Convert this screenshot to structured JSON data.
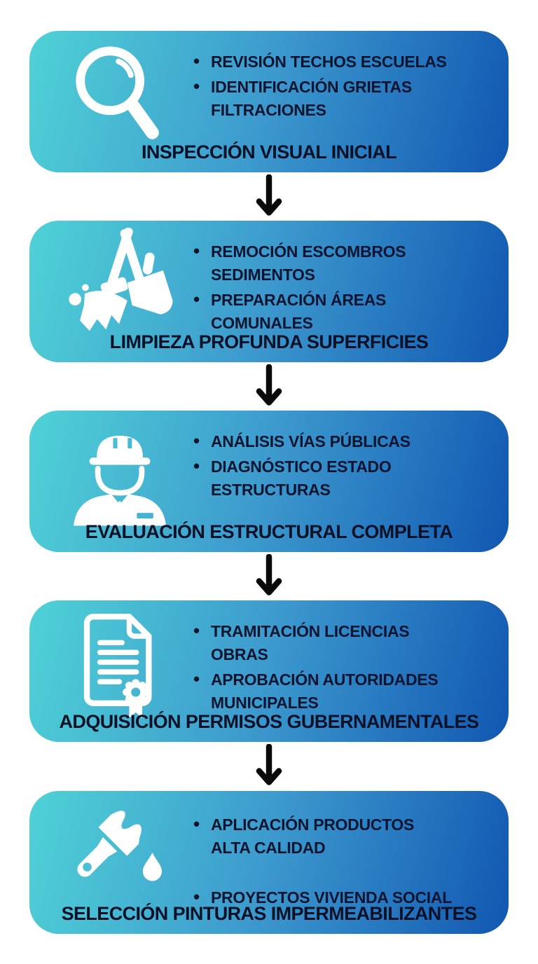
{
  "colors": {
    "gradient_start": "#4FD2D6",
    "gradient_mid": "#3D9BCE",
    "gradient_end": "#1157B2",
    "text_dark": "#0E1530",
    "arrow_black": "#0A0A0A",
    "icon_white": "#FFFFFF"
  },
  "steps": [
    {
      "icon": "magnifier-icon",
      "bullets": [
        "REVISIÓN TECHOS ESCUELAS",
        "IDENTIFICACIÓN GRIETAS\nFILTRACIONES"
      ],
      "title": "INSPECCIÓN VISUAL INICIAL"
    },
    {
      "icon": "cleaning-broom-dustpan-icon",
      "bullets": [
        "REMOCIÓN ESCOMBROS\nSEDIMENTOS",
        "PREPARACIÓN ÁREAS\nCOMUNALES"
      ],
      "title": "LIMPIEZA PROFUNDA SUPERFICIES"
    },
    {
      "icon": "engineer-hardhat-icon",
      "bullets": [
        "ANÁLISIS VÍAS PÚBLICAS",
        "DIAGNÓSTICO ESTADO\nESTRUCTURAS"
      ],
      "title": "EVALUACIÓN ESTRUCTURAL COMPLETA"
    },
    {
      "icon": "document-seal-icon",
      "bullets": [
        "TRAMITACIÓN LICENCIAS\nOBRAS",
        "APROBACIÓN AUTORIDADES\nMUNICIPALES"
      ],
      "title": "ADQUISICIÓN PERMISOS GUBERNAMENTALES"
    },
    {
      "icon": "paintbrush-icon",
      "bullets": [
        "APLICACIÓN PRODUCTOS\nALTA CALIDAD",
        "PROYECTOS VIVIENDA SOCIAL"
      ],
      "title": "SELECCIÓN PINTURAS IMPERMEABILIZANTES"
    }
  ]
}
